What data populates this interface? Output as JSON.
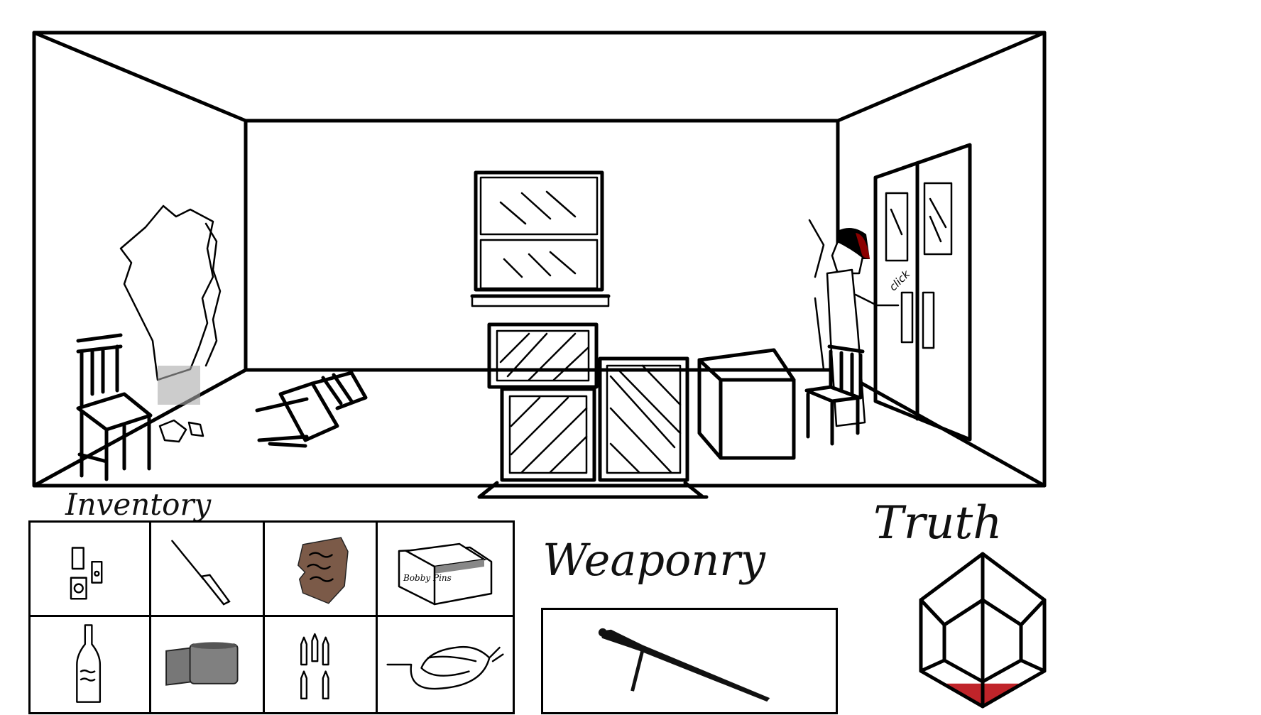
{
  "scene": {
    "sound_effect": "click"
  },
  "inventory": {
    "title": "Inventory",
    "items": [
      {
        "name": "circuit-boards"
      },
      {
        "name": "screwdriver"
      },
      {
        "name": "torn-paper"
      },
      {
        "name": "bobby-pins-box",
        "text": "Bobby Pins"
      },
      {
        "name": "bottle"
      },
      {
        "name": "duct-tape"
      },
      {
        "name": "bullets"
      },
      {
        "name": "rope"
      }
    ]
  },
  "weaponry": {
    "title": "Weaponry",
    "equipped": "rifle"
  },
  "truth": {
    "title": "Truth",
    "fill_fraction": 0.15,
    "fill_color": "#c0242a"
  }
}
